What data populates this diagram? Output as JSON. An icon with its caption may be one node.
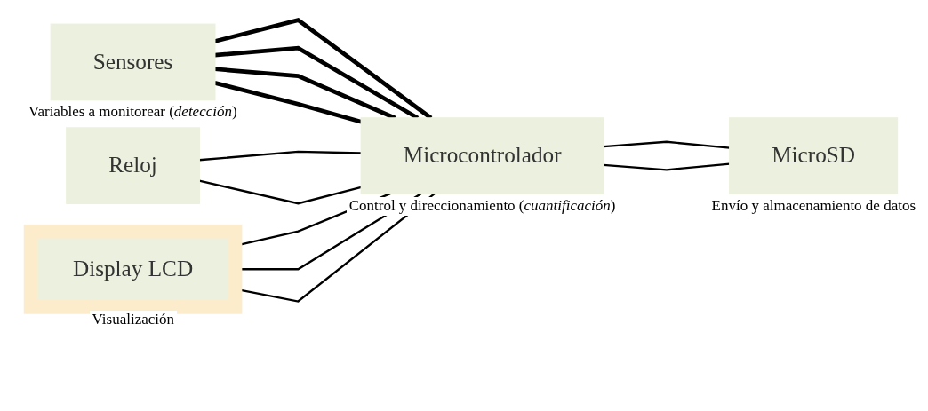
{
  "diagram": {
    "nodes": [
      {
        "text": [
          "Sensores"
        ],
        "beside": [
          "Variables a monitorear (*detección*)"
        ]
      },
      {
        "text": [
          "Reloj"
        ]
      },
      {
        "text": [
          "Display LCD"
        ],
        "beside": [
          "Visualización"
        ]
      },
      {
        "text": [
          "Microcontrolador"
        ],
        "beside": [
          "Control y direccionamiento (*cuantificación*)"
        ]
      },
      {
        "text": [
          "MicroSD"
        ],
        "beside": [
          "Envío y almacenamiento de datos"
        ]
      }
    ],
    "edges": [
      {
        "from": 0,
        "to": 3,
        "arrow": "none",
        "style": "thick"
      },
      {
        "from": 0,
        "to": 3,
        "arrow": "none",
        "style": "thick"
      },
      {
        "from": 0,
        "to": 3,
        "arrow": "none",
        "style": "thick"
      },
      {
        "from": 0,
        "to": 3,
        "arrow": "none",
        "style": "thick"
      },
      {
        "from": 1,
        "to": 3,
        "arrow": "none"
      },
      {
        "from": 1,
        "to": 3,
        "arrow": "none"
      },
      {
        "from": 2,
        "to": 3,
        "arrow": "none"
      },
      {
        "from": 2,
        "to": 3,
        "arrow": "none"
      },
      {
        "from": 2,
        "to": 3,
        "arrow": "none"
      },
      {
        "from": 3,
        "to": 4,
        "arrow": "none"
      },
      {
        "from": 3,
        "to": 4,
        "arrow": "none"
      }
    ]
  }
}
